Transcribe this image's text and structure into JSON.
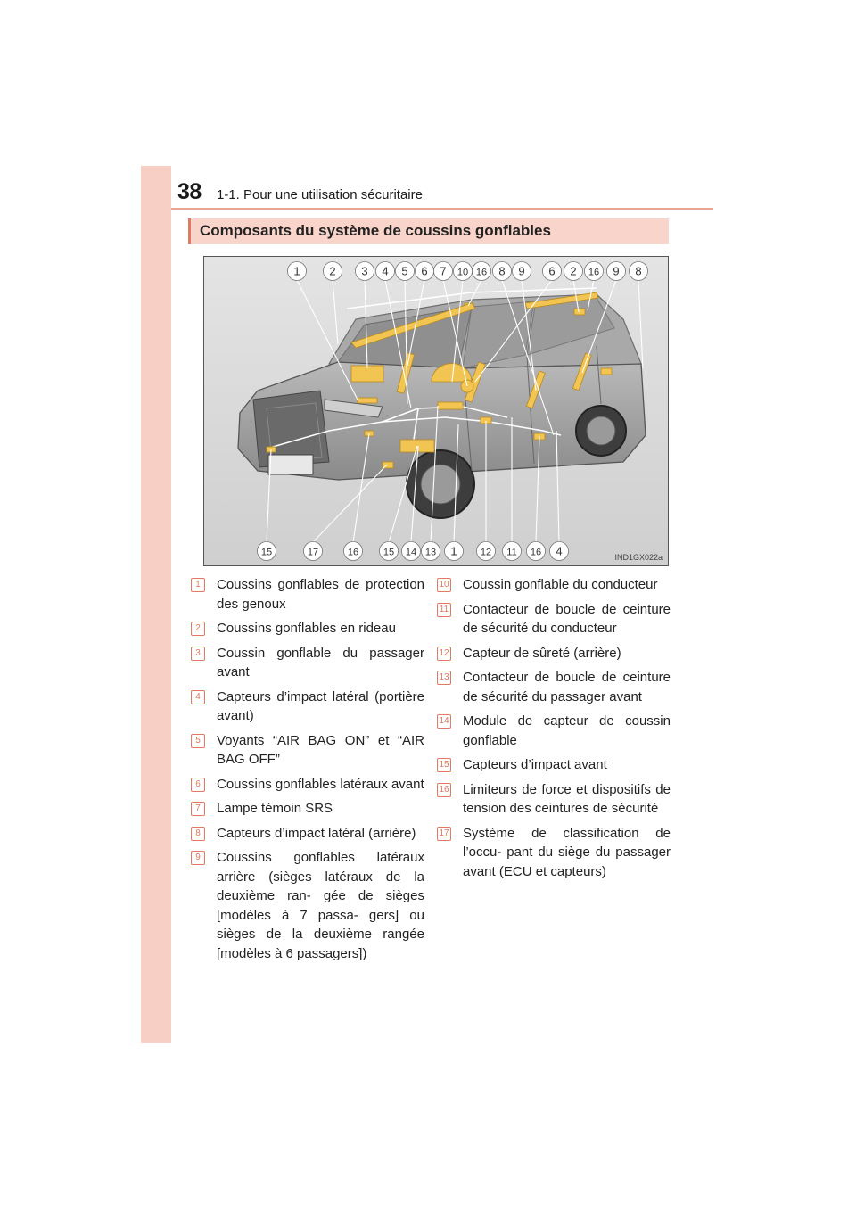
{
  "header": {
    "page_number": "38",
    "chapter": "1-1. Pour une utilisation sécuritaire"
  },
  "section": {
    "title": "Composants du système de coussins gonflables"
  },
  "figure": {
    "code": "IND1GX022a",
    "top_callouts": [
      "1",
      "2",
      "3",
      "4",
      "5",
      "6",
      "7",
      "10",
      "16",
      "8",
      "9",
      "6",
      "2",
      "16",
      "9",
      "8"
    ],
    "bottom_callouts": [
      "15",
      "17",
      "16",
      "15",
      "14",
      "13",
      "1",
      "12",
      "11",
      "16",
      "4"
    ]
  },
  "legend": {
    "left": [
      {
        "num": "1",
        "text": "Coussins gonflables de protection des genoux"
      },
      {
        "num": "2",
        "text": "Coussins gonflables en rideau"
      },
      {
        "num": "3",
        "text": "Coussin gonflable du passager avant"
      },
      {
        "num": "4",
        "text": "Capteurs d’impact latéral (portière avant)"
      },
      {
        "num": "5",
        "text": "Voyants “AIR BAG ON” et “AIR BAG OFF”"
      },
      {
        "num": "6",
        "text": "Coussins gonflables latéraux avant"
      },
      {
        "num": "7",
        "text": "Lampe témoin SRS"
      },
      {
        "num": "8",
        "text": "Capteurs d’impact latéral (arrière)"
      },
      {
        "num": "9",
        "text": "Coussins gonflables latéraux arrière (sièges latéraux de la deuxième ran- gée de sièges [modèles à 7 passa- gers] ou sièges de la deuxième rangée [modèles à 6 passagers])"
      }
    ],
    "right": [
      {
        "num": "10",
        "text": "Coussin gonflable du conducteur"
      },
      {
        "num": "11",
        "text": "Contacteur de boucle de ceinture de sécurité du conducteur"
      },
      {
        "num": "12",
        "text": "Capteur de sûreté (arrière)"
      },
      {
        "num": "13",
        "text": "Contacteur de boucle de ceinture de sécurité du passager avant"
      },
      {
        "num": "14",
        "text": "Module de capteur de coussin gonflable"
      },
      {
        "num": "15",
        "text": "Capteurs d’impact avant"
      },
      {
        "num": "16",
        "text": "Limiteurs de force et dispositifs de tension des ceintures de sécurité"
      },
      {
        "num": "17",
        "text": "Système de classification de l’occu- pant du siège du passager avant (ECU et capteurs)"
      }
    ]
  },
  "colors": {
    "accent": "#e07a62",
    "band": "#f8cfc4",
    "section_bg": "#f8d4ca",
    "airbag": "#f2c451"
  }
}
